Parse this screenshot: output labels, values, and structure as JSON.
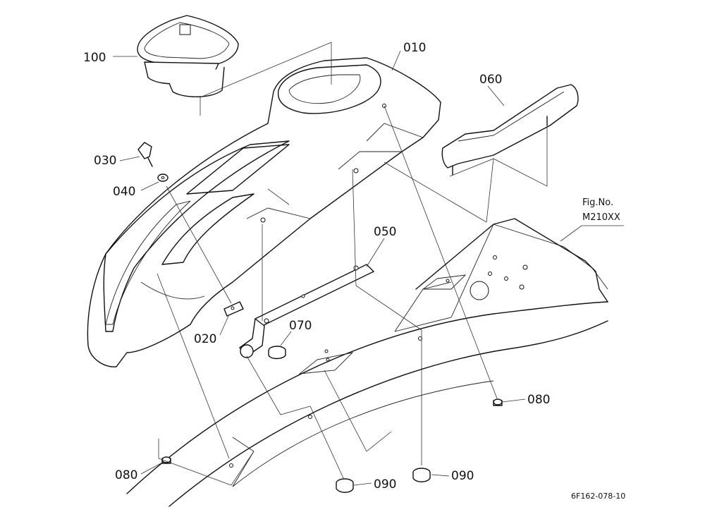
{
  "callouts": {
    "p100": "100",
    "p010": "010",
    "p060": "060",
    "p030": "030",
    "p040": "040",
    "p050": "050",
    "p020": "020",
    "p070": "070",
    "p080a": "080",
    "p080b": "080",
    "p090a": "090",
    "p090b": "090"
  },
  "figure_ref": {
    "line1": "Fig.No.",
    "line2": "M210XX"
  },
  "drawing_code": "6F162-078-10"
}
